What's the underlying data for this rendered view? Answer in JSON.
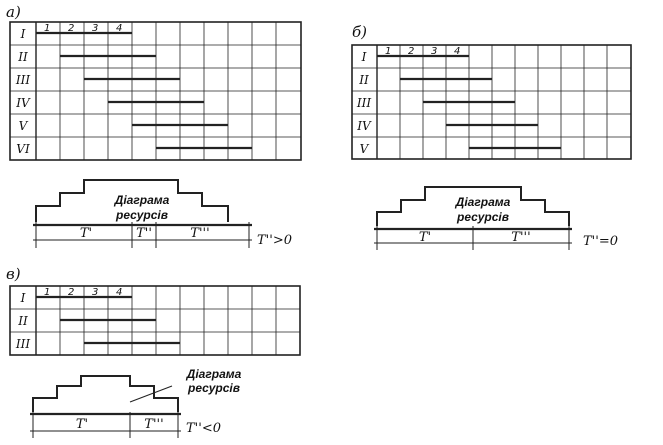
{
  "parts": [
    {
      "id": "a",
      "letter": "а)",
      "rows": [
        "I",
        "II",
        "III",
        "IV",
        "V",
        "VI"
      ],
      "cols": [
        "1",
        "2",
        "3",
        "4"
      ],
      "diagram_label": [
        "Діаграма",
        "ресурсів"
      ],
      "segments": [
        "T'",
        "T''",
        "T'''"
      ],
      "condition": "T''>0"
    },
    {
      "id": "b",
      "letter": "б)",
      "rows": [
        "I",
        "II",
        "III",
        "IV",
        "V"
      ],
      "cols": [
        "1",
        "2",
        "3",
        "4"
      ],
      "diagram_label": [
        "Діаграма",
        "ресурсів"
      ],
      "segments": [
        "T'",
        "T'''"
      ],
      "condition": "T''=0"
    },
    {
      "id": "c",
      "letter": "в)",
      "rows": [
        "I",
        "II",
        "III"
      ],
      "cols": [
        "1",
        "2",
        "3",
        "4"
      ],
      "diagram_label": [
        "Діаграма",
        "ресурсів"
      ],
      "segments": [
        "T'",
        "T'''"
      ],
      "condition": "T''<0"
    }
  ]
}
